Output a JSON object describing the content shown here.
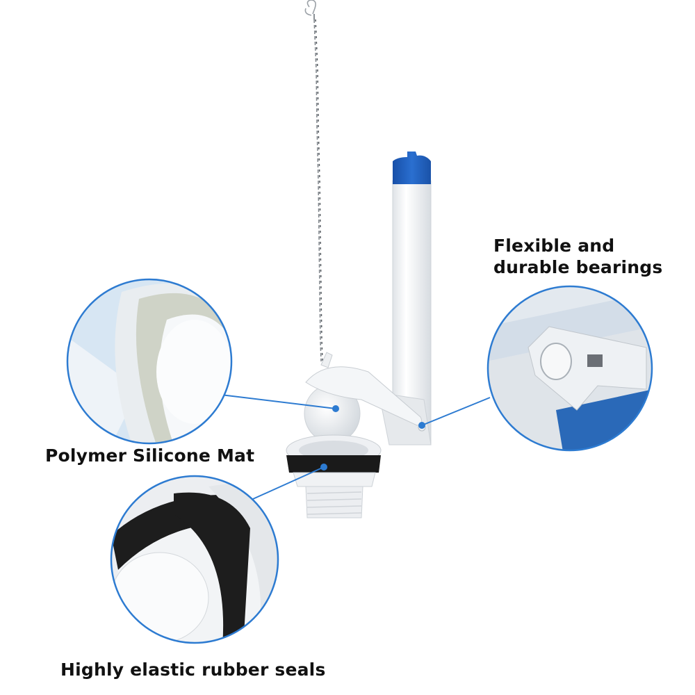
{
  "image": {
    "subject": "Toilet flush valve with chain, overflow tube and flapper",
    "colors": {
      "background": "#ffffff",
      "callout_line": "#2d7bd1",
      "tube_cap": "#1f5fbf",
      "rubber_seal": "#1a1a1a",
      "plastic": "#f1f3f5",
      "text": "#111111"
    }
  },
  "callouts": [
    {
      "id": "bearings",
      "label": "Flexible and\ndurable bearings",
      "line1": "Flexible and",
      "line2": "durable bearings"
    },
    {
      "id": "silicone",
      "label": "Polymer Silicone Mat"
    },
    {
      "id": "rubber",
      "label": "Highly elastic rubber seals"
    }
  ]
}
